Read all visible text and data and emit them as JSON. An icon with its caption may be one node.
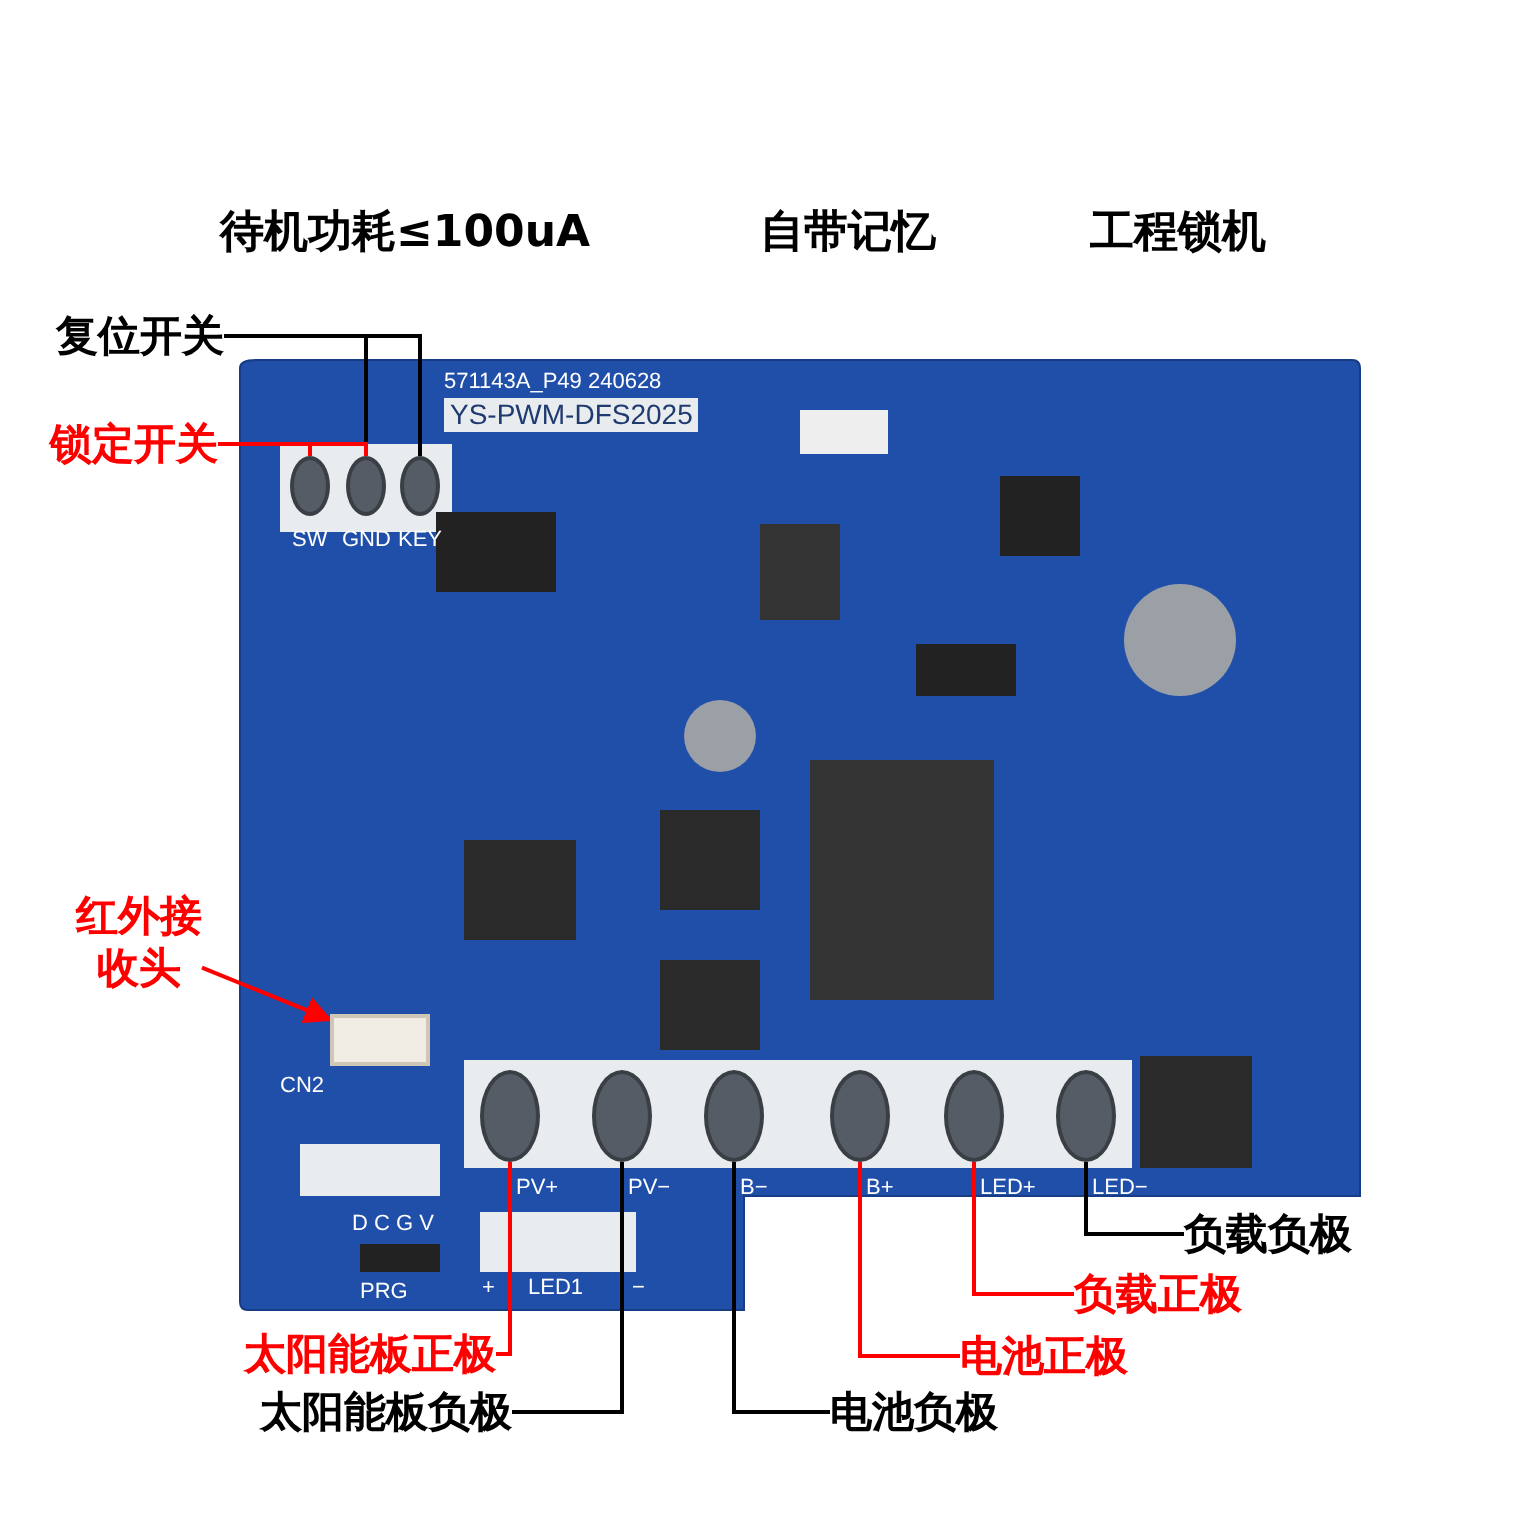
{
  "diagram": {
    "nodes": [
      {
        "text": [
          "复位开关"
        ]
      },
      {
        "text": [
          "锁定开关"
        ]
      },
      {
        "text": [
          "红外接收头"
        ]
      },
      {
        "text": [
          "太阳能板正极"
        ]
      },
      {
        "text": [
          "太阳能板负极"
        ]
      },
      {
        "text": [
          "电池负极"
        ]
      },
      {
        "text": [
          "电池正极"
        ]
      },
      {
        "text": [
          "负载正极"
        ]
      },
      {
        "text": [
          "负载负极"
        ]
      },
      {
        "text": [],
        "shape": "circle"
      },
      {
        "text": [],
        "shape": "circle"
      },
      {
        "text": [],
        "shape": "circle"
      },
      {
        "text": [],
        "shape": "box"
      },
      {
        "text": [],
        "shape": "circle"
      },
      {
        "text": [],
        "shape": "circle"
      },
      {
        "text": [],
        "shape": "circle"
      },
      {
        "text": [],
        "shape": "circle"
      },
      {
        "text": [],
        "shape": "circle"
      },
      {
        "text": [],
        "shape": "circle"
      }
    ],
    "edges": [
      {
        "from": 0,
        "to": 10,
        "arrow": "none",
        "color": "#000000"
      },
      {
        "from": 0,
        "to": 11,
        "arrow": "none",
        "color": "#000000"
      },
      {
        "from": 1,
        "to": 9,
        "arrow": "none",
        "color": "#ff0000"
      },
      {
        "from": 1,
        "to": 10,
        "arrow": "none",
        "color": "#ff0000"
      },
      {
        "from": 2,
        "to": 12,
        "arrow": "to",
        "color": "#ff0000"
      },
      {
        "from": 3,
        "to": 13,
        "arrow": "none",
        "color": "#ff0000"
      },
      {
        "from": 4,
        "to": 14,
        "arrow": "none",
        "color": "#000000"
      },
      {
        "from": 5,
        "to": 15,
        "arrow": "none",
        "color": "#000000"
      },
      {
        "from": 6,
        "to": 16,
        "arrow": "none",
        "color": "#ff0000"
      },
      {
        "from": 7,
        "to": 17,
        "arrow": "none",
        "color": "#ff0000"
      },
      {
        "from": 8,
        "to": 18,
        "arrow": "none",
        "color": "#000000"
      }
    ],
    "labels": [
      "待机功耗≤100uA",
      "自带记忆",
      "工程锁机",
      "571143A_P49 240628",
      "YS-PWM-DFS2025",
      "SW",
      "GND",
      "KEY",
      "CN2",
      "PV+",
      "PV−",
      "B−",
      "B+",
      "LED+",
      "LED−",
      "D C G V",
      "PRG",
      "+",
      "LED1",
      "−"
    ]
  }
}
